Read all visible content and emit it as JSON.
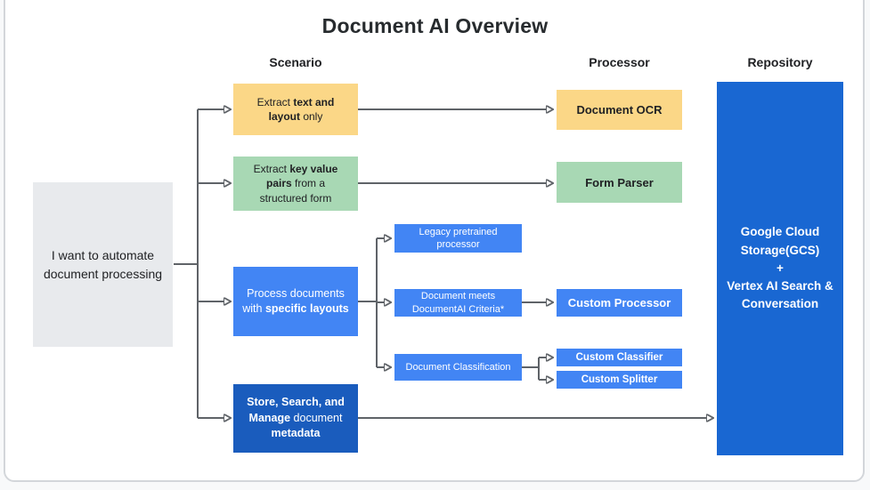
{
  "title": "Document AI Overview",
  "columns": {
    "scenario": "Scenario",
    "processor": "Processor",
    "repository": "Repository"
  },
  "start": {
    "text": "I want to automate document processing"
  },
  "scenarios": {
    "extract_text": {
      "pre": "Extract ",
      "bold": "text and layout",
      "post": " only"
    },
    "extract_kv": {
      "pre": "Extract ",
      "bold": "key value pairs",
      "post": " from a structured form"
    },
    "specific_layouts": {
      "pre": "Process documents with ",
      "bold": "specific layouts"
    },
    "store_search": {
      "bold1": "Store, Search, and Manage",
      "mid": " document ",
      "bold2": "metadata"
    }
  },
  "branches": {
    "legacy": "Legacy pretrained processor",
    "criteria": "Document meets DocumentAI Criteria*",
    "classification": "Document Classification"
  },
  "processors": {
    "ocr": "Document OCR",
    "form_parser": "Form Parser",
    "custom_processor": "Custom Processor",
    "custom_classifier": "Custom Classifier",
    "custom_splitter": "Custom Splitter"
  },
  "repository_box": {
    "line1": "Google Cloud Storage(GCS)",
    "line2": "+",
    "line3": "Vertex AI Search & Conversation"
  },
  "colors": {
    "yellow": "#fbd787",
    "green": "#a8d8b4",
    "blue": "#4285f4",
    "dark_blue": "#1a5cbd",
    "repo_blue": "#1967d2",
    "gray_box": "#e8eaed",
    "line": "#5f6368"
  }
}
